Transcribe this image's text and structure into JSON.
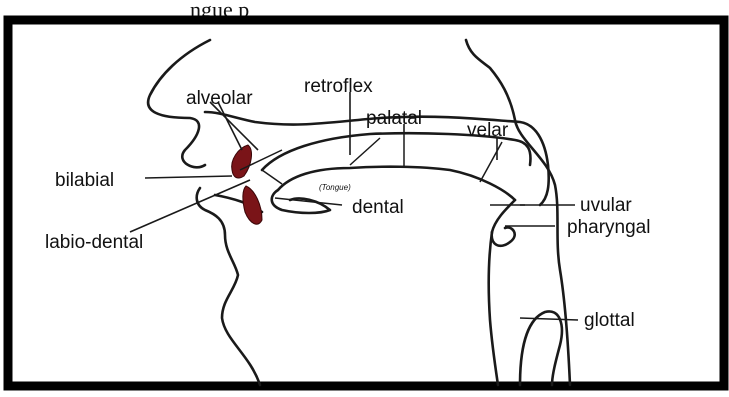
{
  "caption_fragment": "ngue p",
  "labels": {
    "alveolar": "alveolar",
    "retroflex": "retroflex",
    "palatal": "palatal",
    "velar": "velar",
    "bilabial": "bilabial",
    "tongue": "(Tongue)",
    "dental": "dental",
    "uvular": "uvular",
    "labio_dental": "labio-dental",
    "pharyngal": "pharyngal",
    "glottal": "glottal"
  },
  "colors": {
    "frame": "#000000",
    "lips": "#7a1418",
    "ink": "#1a1a1a"
  }
}
